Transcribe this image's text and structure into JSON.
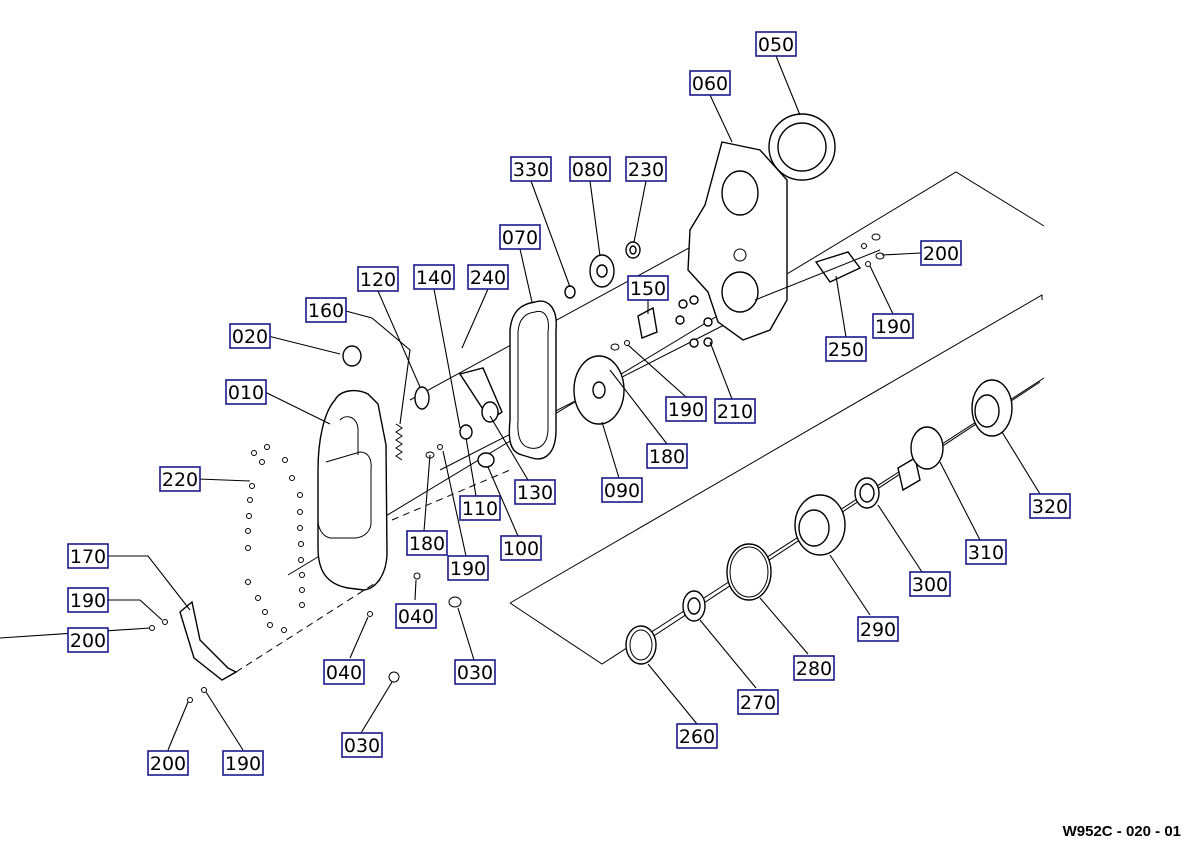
{
  "drawing_code": "W952C - 020 - 01",
  "callouts": {
    "c050": "050",
    "c060": "060",
    "c330": "330",
    "c080": "080",
    "c230": "230",
    "c070": "070",
    "c120": "120",
    "c140": "140",
    "c240": "240",
    "c160": "160",
    "c150": "150",
    "c200a": "200",
    "c020": "020",
    "c010": "010",
    "c190a": "190",
    "c250": "250",
    "c190b": "190",
    "c210": "210",
    "c220": "220",
    "c180a": "180",
    "c130": "130",
    "c090": "090",
    "c110": "110",
    "c320": "320",
    "c180b": "180",
    "c100": "100",
    "c190c": "190",
    "c310": "310",
    "c170": "170",
    "c300": "300",
    "c190d": "190",
    "c040a": "040",
    "c200b": "200",
    "c290": "290",
    "c040b": "040",
    "c030a": "030",
    "c280": "280",
    "c270": "270",
    "c030b": "030",
    "c260": "260",
    "c200c": "200",
    "c190e": "190"
  }
}
